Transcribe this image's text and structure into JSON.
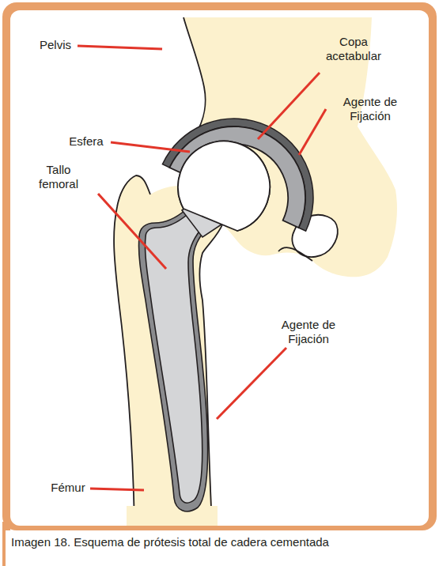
{
  "diagram": {
    "caption": "Imagen 18. Esquema de prótesis total de cadera cementada",
    "labels": [
      "Pelvis",
      "Copa acetabular",
      "Esfera",
      "Agente de Fijación",
      "Tallo femoral",
      "Agente de Fijación",
      "Fémur"
    ]
  }
}
